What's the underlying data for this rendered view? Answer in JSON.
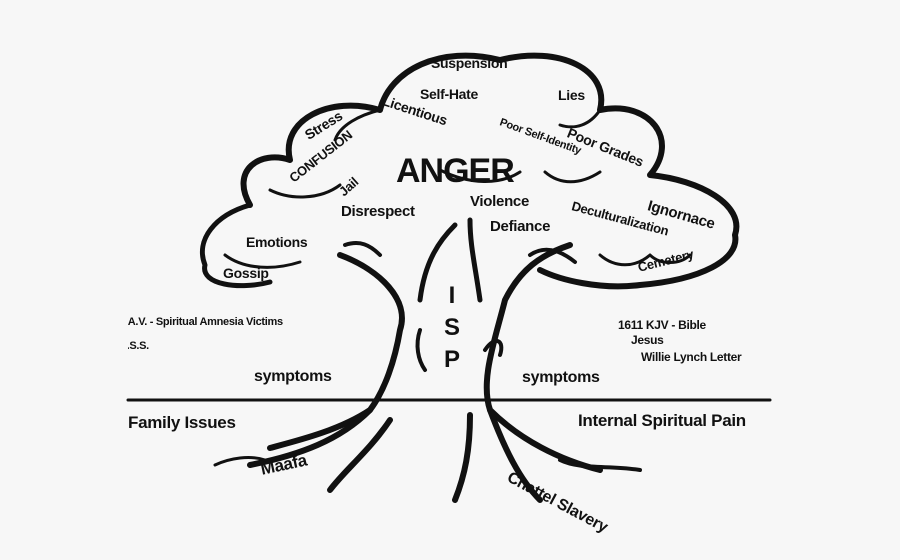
{
  "canopy_words": {
    "suspension": "Suspension",
    "self_hate": "Self-Hate",
    "lies": "Lies",
    "licentious": "Licentious",
    "stress": "Stress",
    "poor_self_identity": "Poor Self-Identity",
    "poor_grades": "Poor Grades",
    "confusion": "CONFUSION",
    "anger": "ANGER",
    "jail": "Jail",
    "violence": "Violence",
    "deculturalization": "Deculturalization",
    "ignorance": "Ignornace",
    "disrespect": "Disrespect",
    "defiance": "Defiance",
    "emotions": "Emotions",
    "cemetery": "Cemetery",
    "gossip": "Gossip"
  },
  "trunk_label": [
    "I",
    "S",
    "P"
  ],
  "left_notes": [
    "S.A.V. - Spiritual Amnesia Victims",
    "P.T.S.S."
  ],
  "right_notes": [
    "1611 KJV - Bible",
    "Jesus",
    "Willie Lynch Letter"
  ],
  "symptoms_left": "symptoms",
  "symptoms_right": "symptoms",
  "ground_left": "Family Issues",
  "ground_right": "Internal Spiritual Pain",
  "roots": {
    "left": "Maafa",
    "right": "Chattel Slavery"
  },
  "colors": {
    "background": "#f7f7f7",
    "ink": "#111111"
  }
}
